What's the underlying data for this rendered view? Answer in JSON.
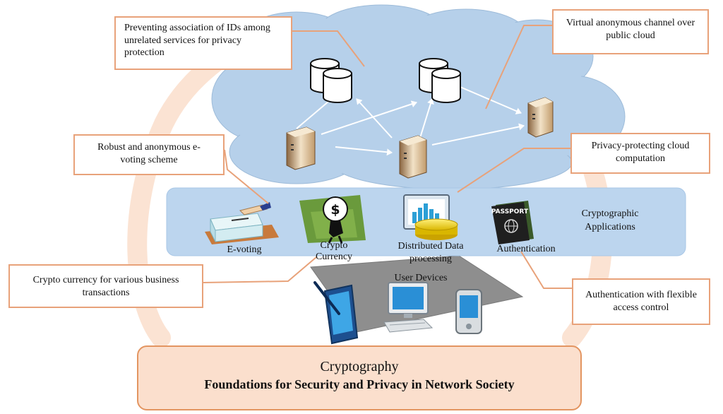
{
  "callouts": {
    "privacy_ids": "Preventing association of IDs among unrelated services for privacy protection",
    "virtual_channel": "Virtual anonymous channel over public cloud",
    "evoting_scheme": "Robust and anonymous e-voting scheme",
    "cloud_computation": "Privacy-protecting cloud computation",
    "crypto_currency": "Crypto currency for various business transactions",
    "authentication": "Authentication with flexible access control"
  },
  "apps": {
    "evoting": "E-voting",
    "crypto_currency": "Crypto Currency",
    "distributed": "Distributed Data processing",
    "authentication": "Authentication",
    "group_label": "Cryptographic Applications"
  },
  "devices_label": "User Devices",
  "passport_text": "PASSPORT",
  "foundation": {
    "title": "Cryptography",
    "subtitle": "Foundations for Security and Privacy in Network Society"
  },
  "colors": {
    "cloud": "#b6d0ea",
    "app_band": "#bcd5ee",
    "callout_border": "#e8a27a",
    "cycle_arrow": "#fbe3d3",
    "foundation_fill": "#fbdfcd",
    "foundation_border": "#e39561"
  }
}
